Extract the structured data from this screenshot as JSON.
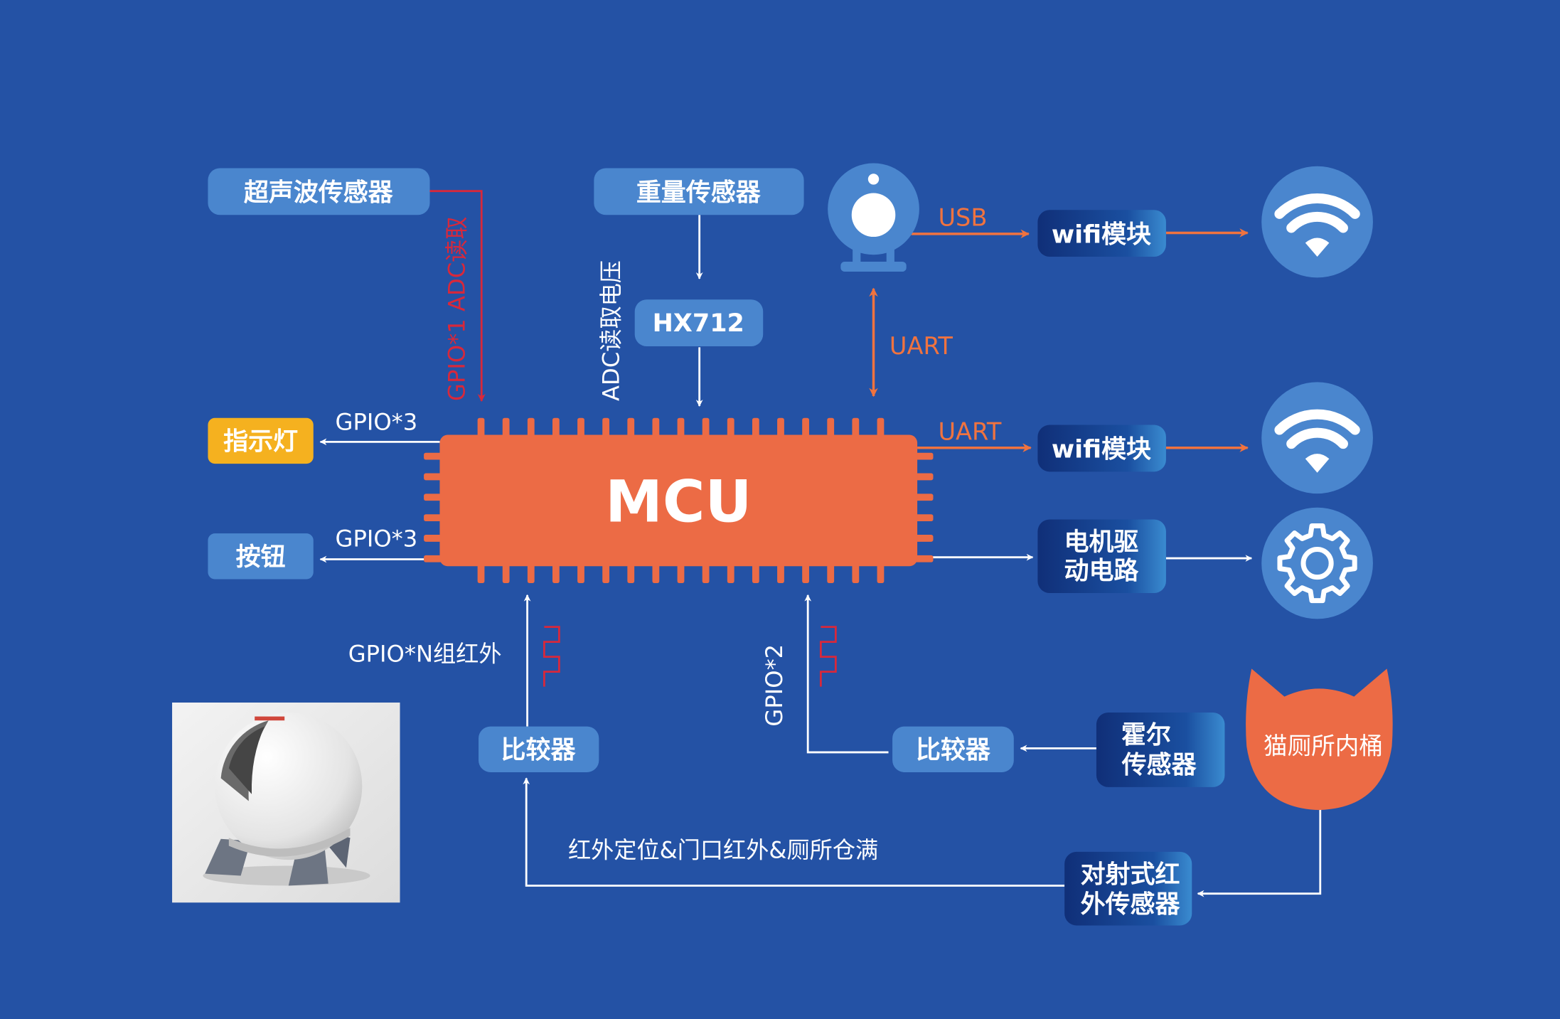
{
  "colors": {
    "background": "#2452a5",
    "box_light": "#4a86ce",
    "box_dark": "#13357f",
    "mcu": "#ec6b45",
    "indicator": "#f5b11f",
    "cat": "#ec6b45",
    "icon_circle": "#4a86ce",
    "arrow_white": "#ffffff",
    "arrow_orange": "#f0733f",
    "arrow_red": "#d8283b"
  },
  "mcu": {
    "label": "MCU"
  },
  "boxes": {
    "ultrasonic": "超声波传感器",
    "weight": "重量传感器",
    "hx712": "HX712",
    "indicator": "指示灯",
    "button": "按钮",
    "wifi_top": "wifi模块",
    "wifi_mid": "wifi模块",
    "motor_line1": "电机驱",
    "motor_line2": "动电路",
    "comparator_left": "比较器",
    "comparator_right": "比较器",
    "hall_line1": "霍尔",
    "hall_line2": "传感器",
    "ir_line1": "对射式红",
    "ir_line2": "外传感器",
    "cat_bucket": "猫厕所内桶"
  },
  "labels": {
    "gpio_adc": "GPIO*1 ADC读取",
    "adc_voltage": "ADC读取电压",
    "usb": "USB",
    "uart_vertical": "UART",
    "uart_horizontal": "UART",
    "gpio_indicator": "GPIO*3",
    "gpio_button": "GPIO*3",
    "gpio_n_ir": "GPIO*N组红外",
    "gpio_2": "GPIO*2",
    "ir_functions": "红外定位&门口红外&厕所仓满"
  },
  "icons": {
    "camera": "webcam-icon",
    "wifi_top": "wifi-icon",
    "wifi_mid": "wifi-icon",
    "gear": "gear-icon",
    "product": "cat-litter-robot-photo"
  }
}
